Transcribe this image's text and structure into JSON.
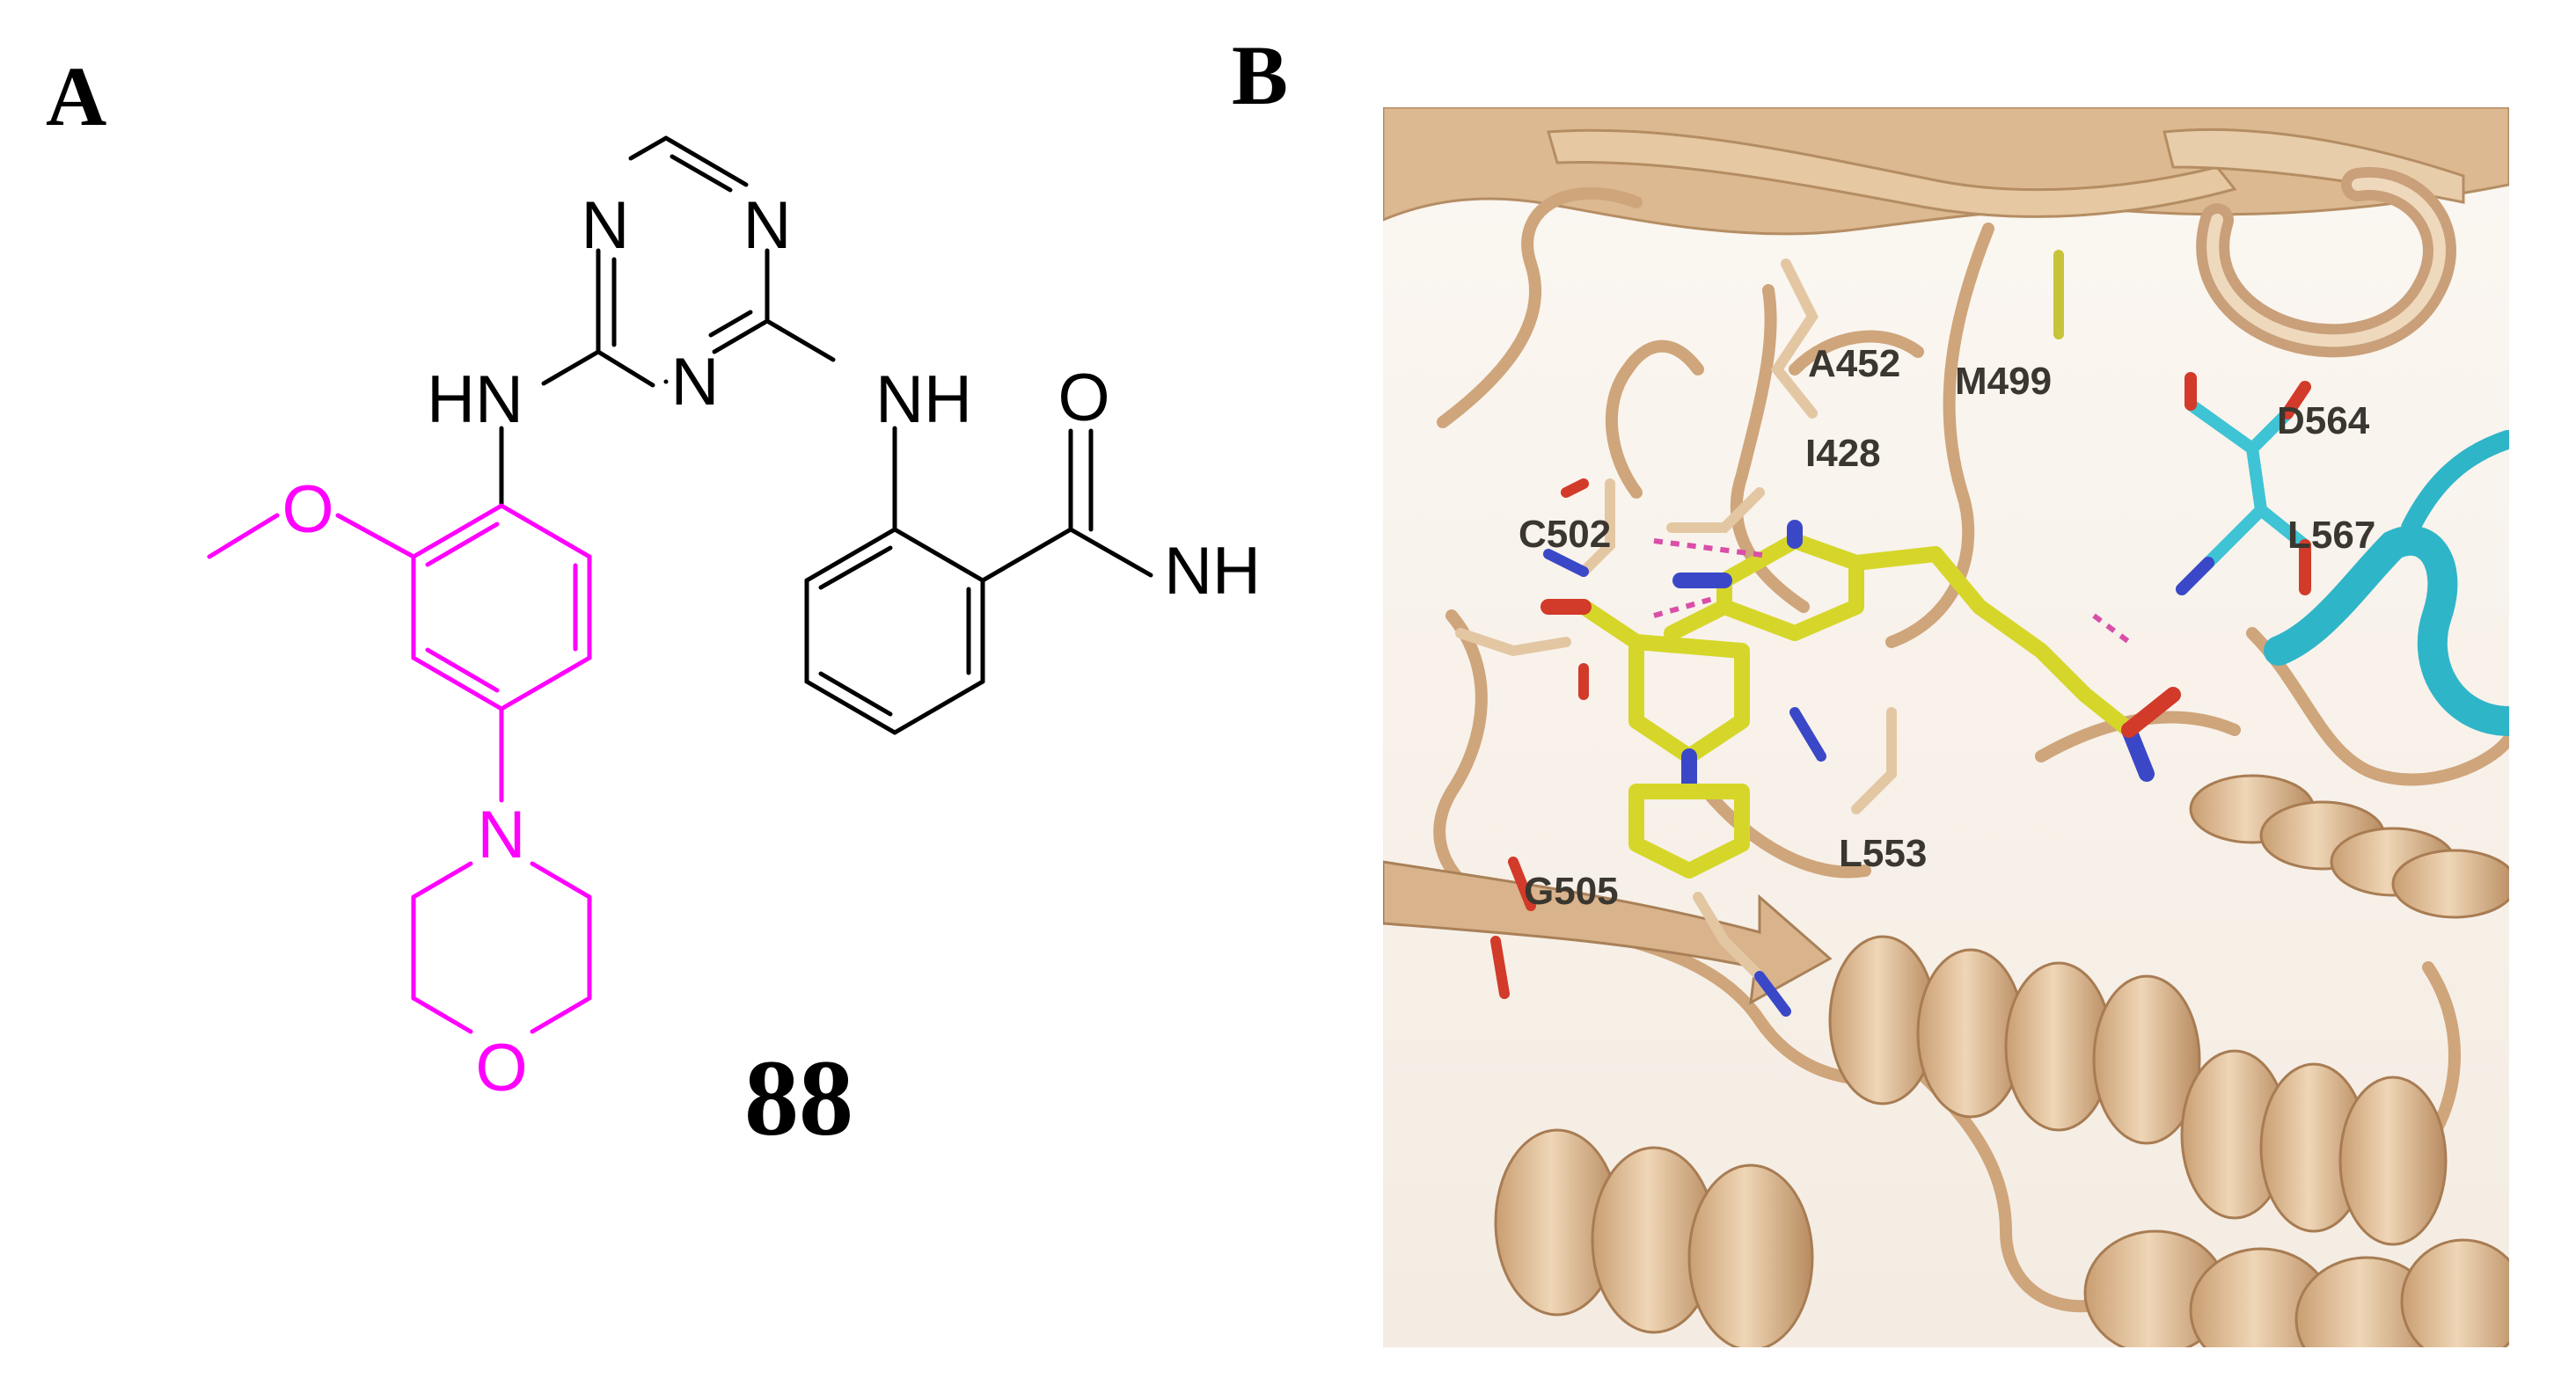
{
  "panel_a": {
    "letter": "A",
    "compound_label": "88",
    "atoms": {
      "triazine_n_top_left": "N",
      "triazine_n_top_right": "N",
      "triazine_n_bottom": "N",
      "nh_left": "HN",
      "nh_right": "NH",
      "methoxy_o": "O",
      "carbonyl_o": "O",
      "amide_nh": "NH",
      "morpholine_n": "N",
      "morpholine_o": "O"
    },
    "colors": {
      "highlight": "#ff00ff",
      "bond": "#000000"
    }
  },
  "panel_b": {
    "letter": "B",
    "residues": {
      "a452": "A452",
      "m499": "M499",
      "d564": "D564",
      "i428": "I428",
      "c502": "C502",
      "l567": "L567",
      "l553": "L553",
      "g505": "G505"
    },
    "colors": {
      "protein": "#d9b48f",
      "ligand": "#d6d62a",
      "loop": "#2fb5c8",
      "hbond": "#d94fa8"
    }
  }
}
